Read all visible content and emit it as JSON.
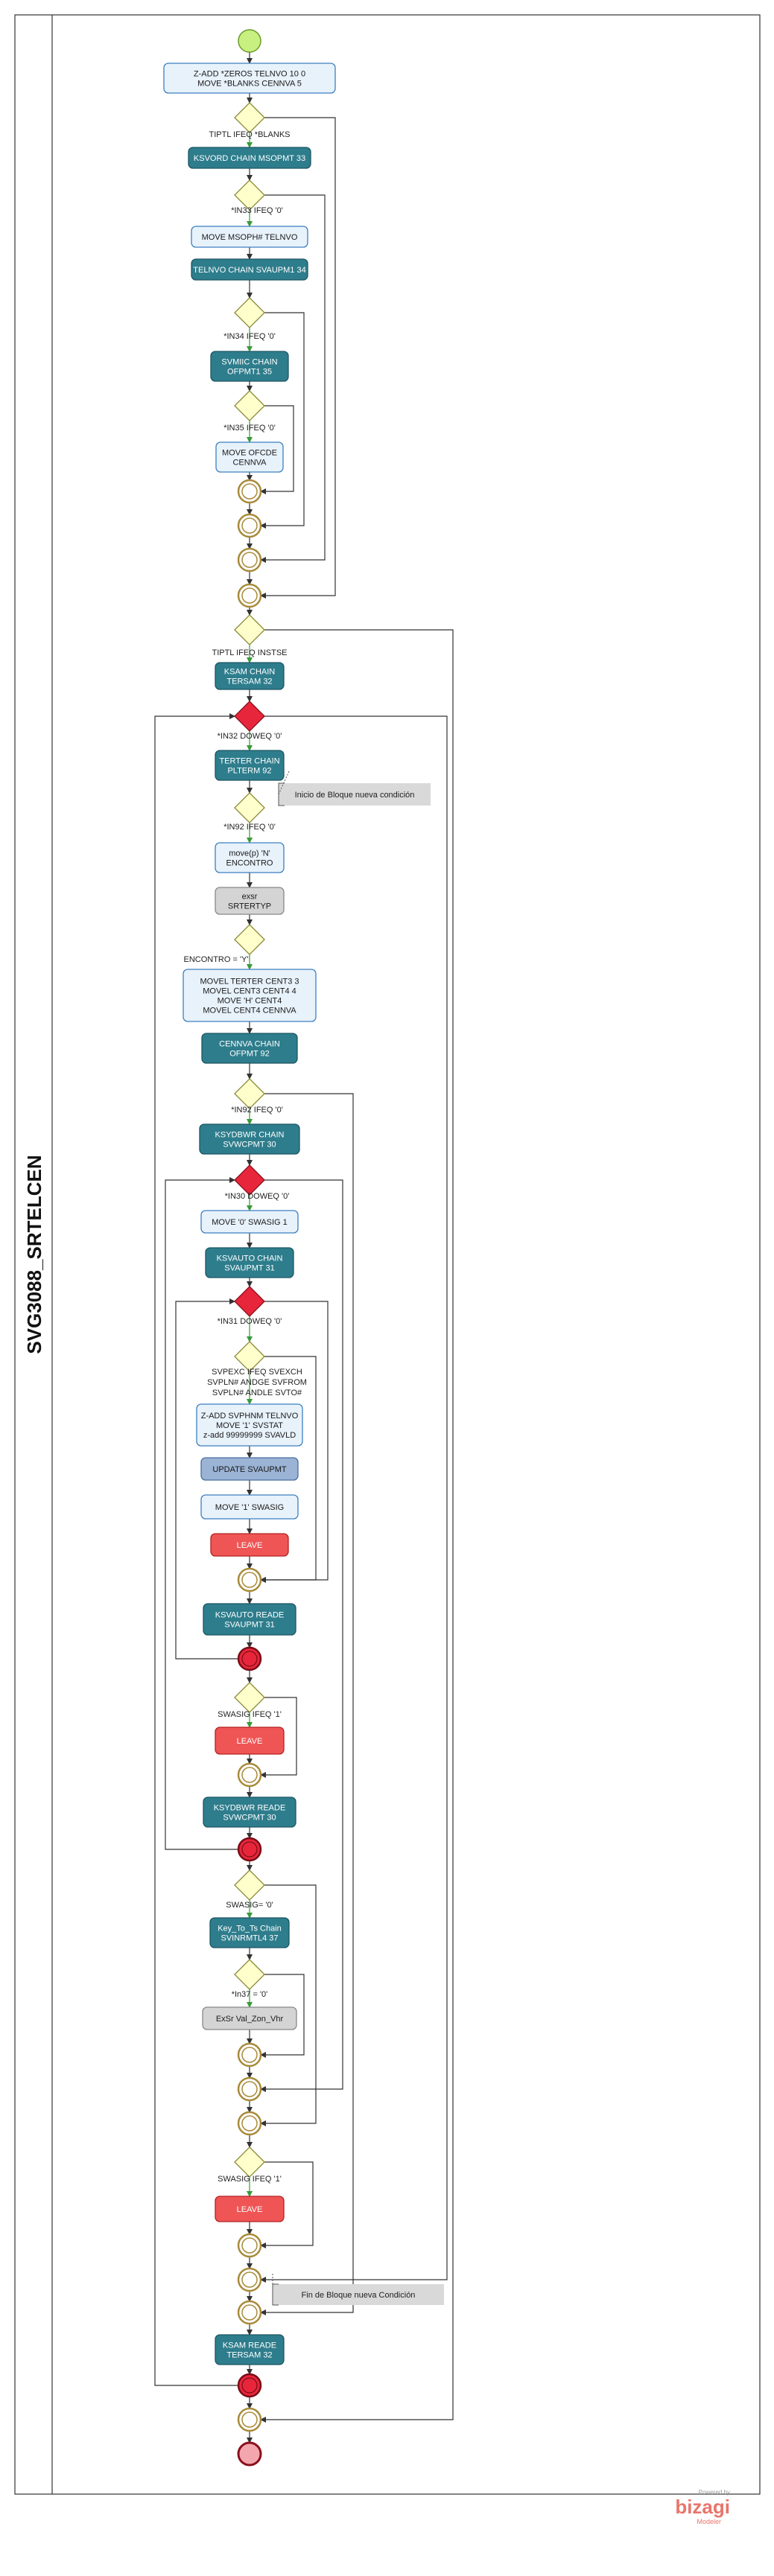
{
  "pool": {
    "name": "SVG3088_SRTELCEN"
  },
  "branding": {
    "powered_by": "Powered by",
    "name": "bizagi",
    "product": "Modeler",
    "color": "#e8756a"
  },
  "colors": {
    "task_dark": "#2e7d8c",
    "task_light": "#e8f2fb",
    "task_grey": "#d4d4d4",
    "task_blue": "#9bb3d4",
    "task_red": "#f05555",
    "gateway": "#ffffcc",
    "gateway_red": "#e8263b",
    "start": "#c8f080",
    "end": "#f4a6ae"
  },
  "tasks": [
    {
      "id": "t1",
      "lines": [
        "Z-ADD     *ZEROS       TELNVO          10 0",
        "MOVE      *BLANKS      CENNVA            5"
      ]
    },
    {
      "id": "t2",
      "lines": [
        "KSVORD CHAIN MSOPMT 33"
      ]
    },
    {
      "id": "t3",
      "lines": [
        "MOVE   MSOPH#  TELNVO"
      ]
    },
    {
      "id": "t4",
      "lines": [
        "TELNVO CHAIN SVAUPM1 34"
      ]
    },
    {
      "id": "t5",
      "lines": [
        "SVMIIC CHAIN",
        "OFPMT1 35"
      ]
    },
    {
      "id": "t6",
      "lines": [
        "MOVE OFCDE",
        "CENNVA"
      ]
    },
    {
      "id": "t7",
      "lines": [
        "KSAM CHAIN",
        "TERSAM 32"
      ]
    },
    {
      "id": "t8",
      "lines": [
        "TERTER CHAIN",
        "PLTERM 92"
      ]
    },
    {
      "id": "t9",
      "lines": [
        "move(p) 'N'",
        "ENCONTRO"
      ]
    },
    {
      "id": "t10",
      "lines": [
        "exsr",
        "SRTERTYP"
      ]
    },
    {
      "id": "t11",
      "lines": [
        "MOVEL  TERTER    CENT3     3",
        "MOVEL  CENT3     CENT4     4",
        "MOVE       'H'          CENT4",
        "MOVEL   CENT4    CENNVA"
      ]
    },
    {
      "id": "t12",
      "lines": [
        "CENNVA CHAIN",
        "OFPMT 92"
      ]
    },
    {
      "id": "t13",
      "lines": [
        "KSYDBWR CHAIN",
        "SVWCPMT 30"
      ]
    },
    {
      "id": "t14",
      "lines": [
        "MOVE '0' SWASIG 1"
      ]
    },
    {
      "id": "t15",
      "lines": [
        "KSVAUTO CHAIN",
        "SVAUPMT 31"
      ]
    },
    {
      "id": "t16",
      "lines": [
        "Z-ADD SVPHNM TELNVO",
        "MOVE  '1'        SVSTAT",
        "z-add 99999999 SVAVLD"
      ]
    },
    {
      "id": "t17",
      "lines": [
        "UPDATE     SVAUPMT"
      ]
    },
    {
      "id": "t18",
      "lines": [
        "MOVE    '1'    SWASIG"
      ]
    },
    {
      "id": "t19",
      "lines": [
        "LEAVE"
      ]
    },
    {
      "id": "t20",
      "lines": [
        "KSVAUTO READE",
        "SVAUPMT 31"
      ]
    },
    {
      "id": "t21",
      "lines": [
        "LEAVE"
      ]
    },
    {
      "id": "t22",
      "lines": [
        "KSYDBWR READE",
        "SVWCPMT 30"
      ]
    },
    {
      "id": "t23",
      "lines": [
        "Key_To_Ts Chain",
        "SVINRMTL4 37"
      ]
    },
    {
      "id": "t24",
      "lines": [
        "ExSr Val_Zon_Vhr"
      ]
    },
    {
      "id": "t25",
      "lines": [
        "LEAVE"
      ]
    },
    {
      "id": "t26",
      "lines": [
        "KSAM READE",
        "TERSAM 32"
      ]
    }
  ],
  "conditions": [
    {
      "id": "c1",
      "lines": [
        "TIPTL        IFEQ      *BLANKS"
      ]
    },
    {
      "id": "c2",
      "lines": [
        "*IN33         IFEQ          '0'"
      ]
    },
    {
      "id": "c3",
      "lines": [
        "*IN34 IFEQ '0'"
      ]
    },
    {
      "id": "c4",
      "lines": [
        "*IN35 IFEQ '0'"
      ]
    },
    {
      "id": "c5",
      "lines": [
        "TIPTL IFEQ INSTSE"
      ]
    },
    {
      "id": "c6",
      "lines": [
        "*IN32 DOWEQ '0'"
      ]
    },
    {
      "id": "c7",
      "lines": [
        "*IN92 IFEQ '0'"
      ]
    },
    {
      "id": "c8",
      "lines": [
        "ENCONTRO  =  'Y'"
      ]
    },
    {
      "id": "c9",
      "lines": [
        "*IN92         IFEQ          '0'"
      ]
    },
    {
      "id": "c10",
      "lines": [
        "*IN30         DOWEQ         '0'"
      ]
    },
    {
      "id": "c11",
      "lines": [
        "*IN31 DOWEQ '0'"
      ]
    },
    {
      "id": "c12",
      "lines": [
        "SVPEXC IFEQ  SVEXCH",
        "SVPLN# ANDGE SVFROM",
        "SVPLN# ANDLE SVTO#"
      ]
    },
    {
      "id": "c13",
      "lines": [
        "SWASIG IFEQ '1'"
      ]
    },
    {
      "id": "c14",
      "lines": [
        "SWASIG= '0'"
      ]
    },
    {
      "id": "c15",
      "lines": [
        "*In37 = '0'"
      ]
    },
    {
      "id": "c16",
      "lines": [
        "SWASIG IFEQ '1'"
      ]
    }
  ],
  "annotations": [
    {
      "id": "a1",
      "text": "Inicio de Bloque nueva condición"
    },
    {
      "id": "a2",
      "text": "Fin de Bloque nueva Condición"
    }
  ]
}
